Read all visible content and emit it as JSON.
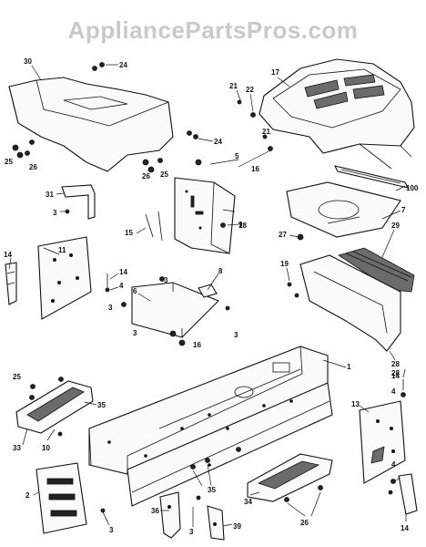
{
  "watermark": "AppliancePartsPros.com",
  "callouts": {
    "c1": "1",
    "c2": "2",
    "c3a": "3",
    "c3b": "3",
    "c3c": "3",
    "c3d": "3",
    "c3e": "3",
    "c3f": "3",
    "c4a": "4",
    "c4b": "4",
    "c4c": "4",
    "c5": "5",
    "c6": "6",
    "c7": "7",
    "c8": "8",
    "c9": "9",
    "c10": "10",
    "c11": "11",
    "c13": "13",
    "c14a": "14",
    "c14b": "14",
    "c14c": "14",
    "c14d": "14",
    "c15": "15",
    "c16a": "16",
    "c16b": "16",
    "c17": "17",
    "c18": "18",
    "c19": "19",
    "c21a": "21",
    "c21b": "21",
    "c22": "22",
    "c24a": "24",
    "c24b": "24",
    "c25a": "25",
    "c25b": "25",
    "c26a": "26",
    "c26b": "26",
    "c27": "27",
    "c28a": "28",
    "c28b": "28",
    "c29": "29",
    "c30": "30",
    "c31": "31",
    "c33": "33",
    "c34": "34",
    "c35a": "35",
    "c35b": "35",
    "c36": "36",
    "c39": "39",
    "c100": "100"
  }
}
